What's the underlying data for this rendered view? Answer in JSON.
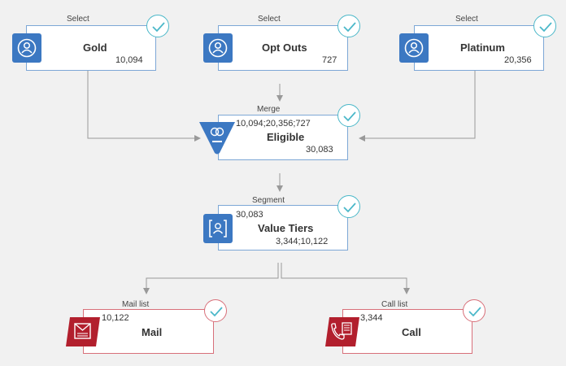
{
  "nodes": {
    "gold": {
      "type": "Select",
      "name": "Gold",
      "count": "10,094"
    },
    "optouts": {
      "type": "Select",
      "name": "Opt Outs",
      "count": "727"
    },
    "platinum": {
      "type": "Select",
      "name": "Platinum",
      "count": "20,356"
    },
    "eligible": {
      "type": "Merge",
      "name": "Eligible",
      "inputs": "10,094;20,356;727",
      "count": "30,083"
    },
    "tiers": {
      "type": "Segment",
      "name": "Value Tiers",
      "inputs": "30,083",
      "count": "3,344;10,122"
    },
    "mail": {
      "type": "Mail list",
      "name": "Mail",
      "inputs": "10,122"
    },
    "call": {
      "type": "Call list",
      "name": "Call",
      "inputs": "3,344"
    }
  },
  "colors": {
    "blue_icon": "#3c78c2",
    "red_icon": "#b21f2d",
    "check_teal": "#4bb8c9",
    "check_red": "#d8707a",
    "connector": "#999999"
  }
}
